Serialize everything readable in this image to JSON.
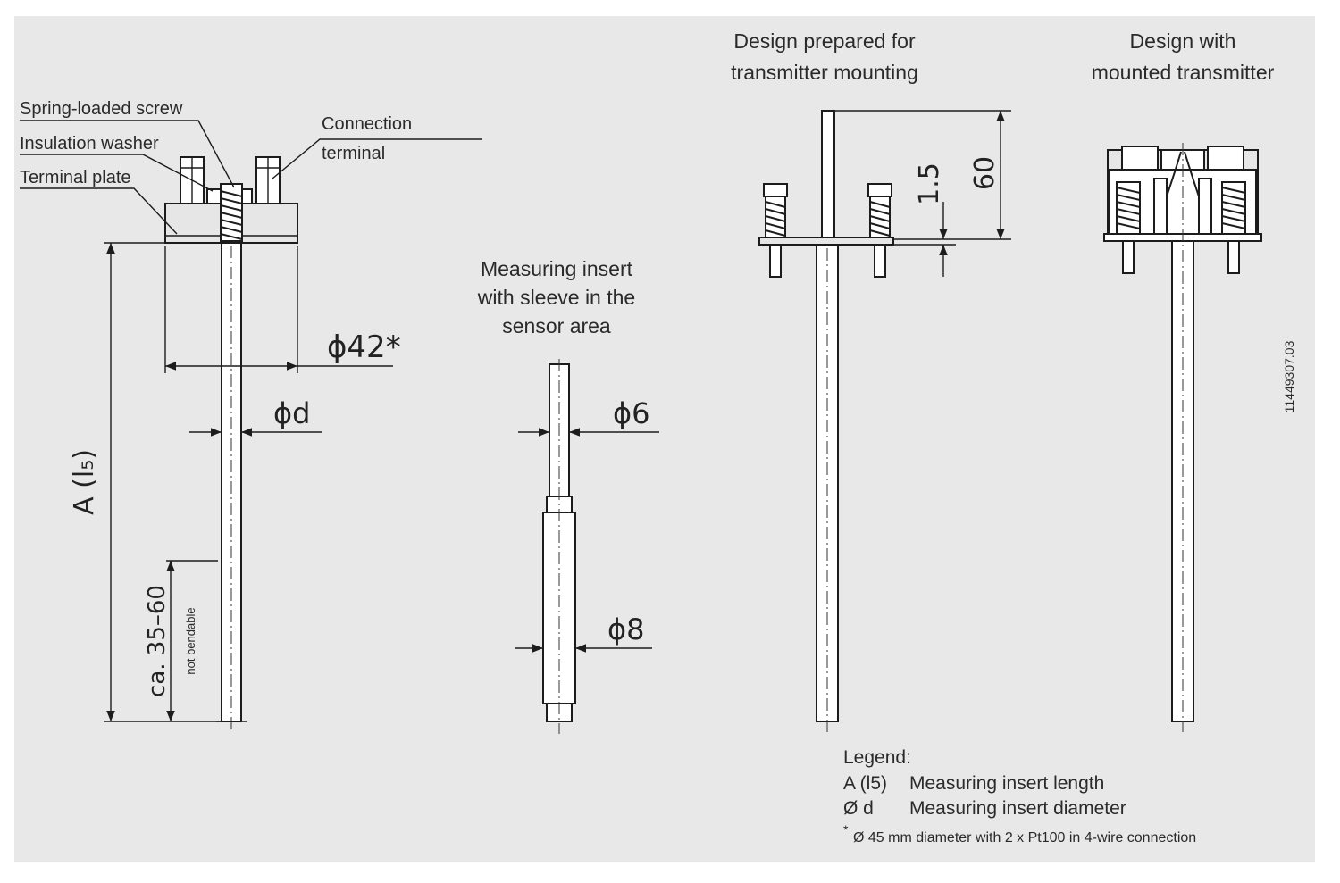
{
  "labels": {
    "spring_loaded_screw": "Spring-loaded screw",
    "insulation_washer": "Insulation washer",
    "terminal_plate": "Terminal plate",
    "connection_terminal_1": "Connection",
    "connection_terminal_2": "terminal",
    "measuring_insert_title_1": "Measuring insert",
    "measuring_insert_title_2": "with sleeve in the",
    "measuring_insert_title_3": "sensor area",
    "design_prepared_1": "Design prepared for",
    "design_prepared_2": "transmitter mounting",
    "design_mounted_1": "Design with",
    "design_mounted_2": "mounted transmitter",
    "not_bendable": "not bendable"
  },
  "dimensions": {
    "dia_42": "ϕ42*",
    "dia_d": "ϕd",
    "length_a": "A (l₅)",
    "ca_35_60": "ca. 35–60",
    "dia_6": "ϕ6",
    "dia_8": "ϕ8",
    "h_1_5": "1.5",
    "h_60": "60"
  },
  "legend": {
    "title": "Legend:",
    "rows": [
      {
        "symbol": "A (l5)",
        "text": "Measuring insert length"
      },
      {
        "symbol": "Ø d",
        "text": "Measuring insert diameter"
      }
    ],
    "footnote_mark": "*",
    "footnote": "Ø 45 mm diameter with 2 x Pt100 in 4-wire connection"
  },
  "figure_id": "11449307.03",
  "colors": {
    "background": "#e8e8e8",
    "line": "#1c1c1c",
    "text": "#2a2a2a"
  }
}
